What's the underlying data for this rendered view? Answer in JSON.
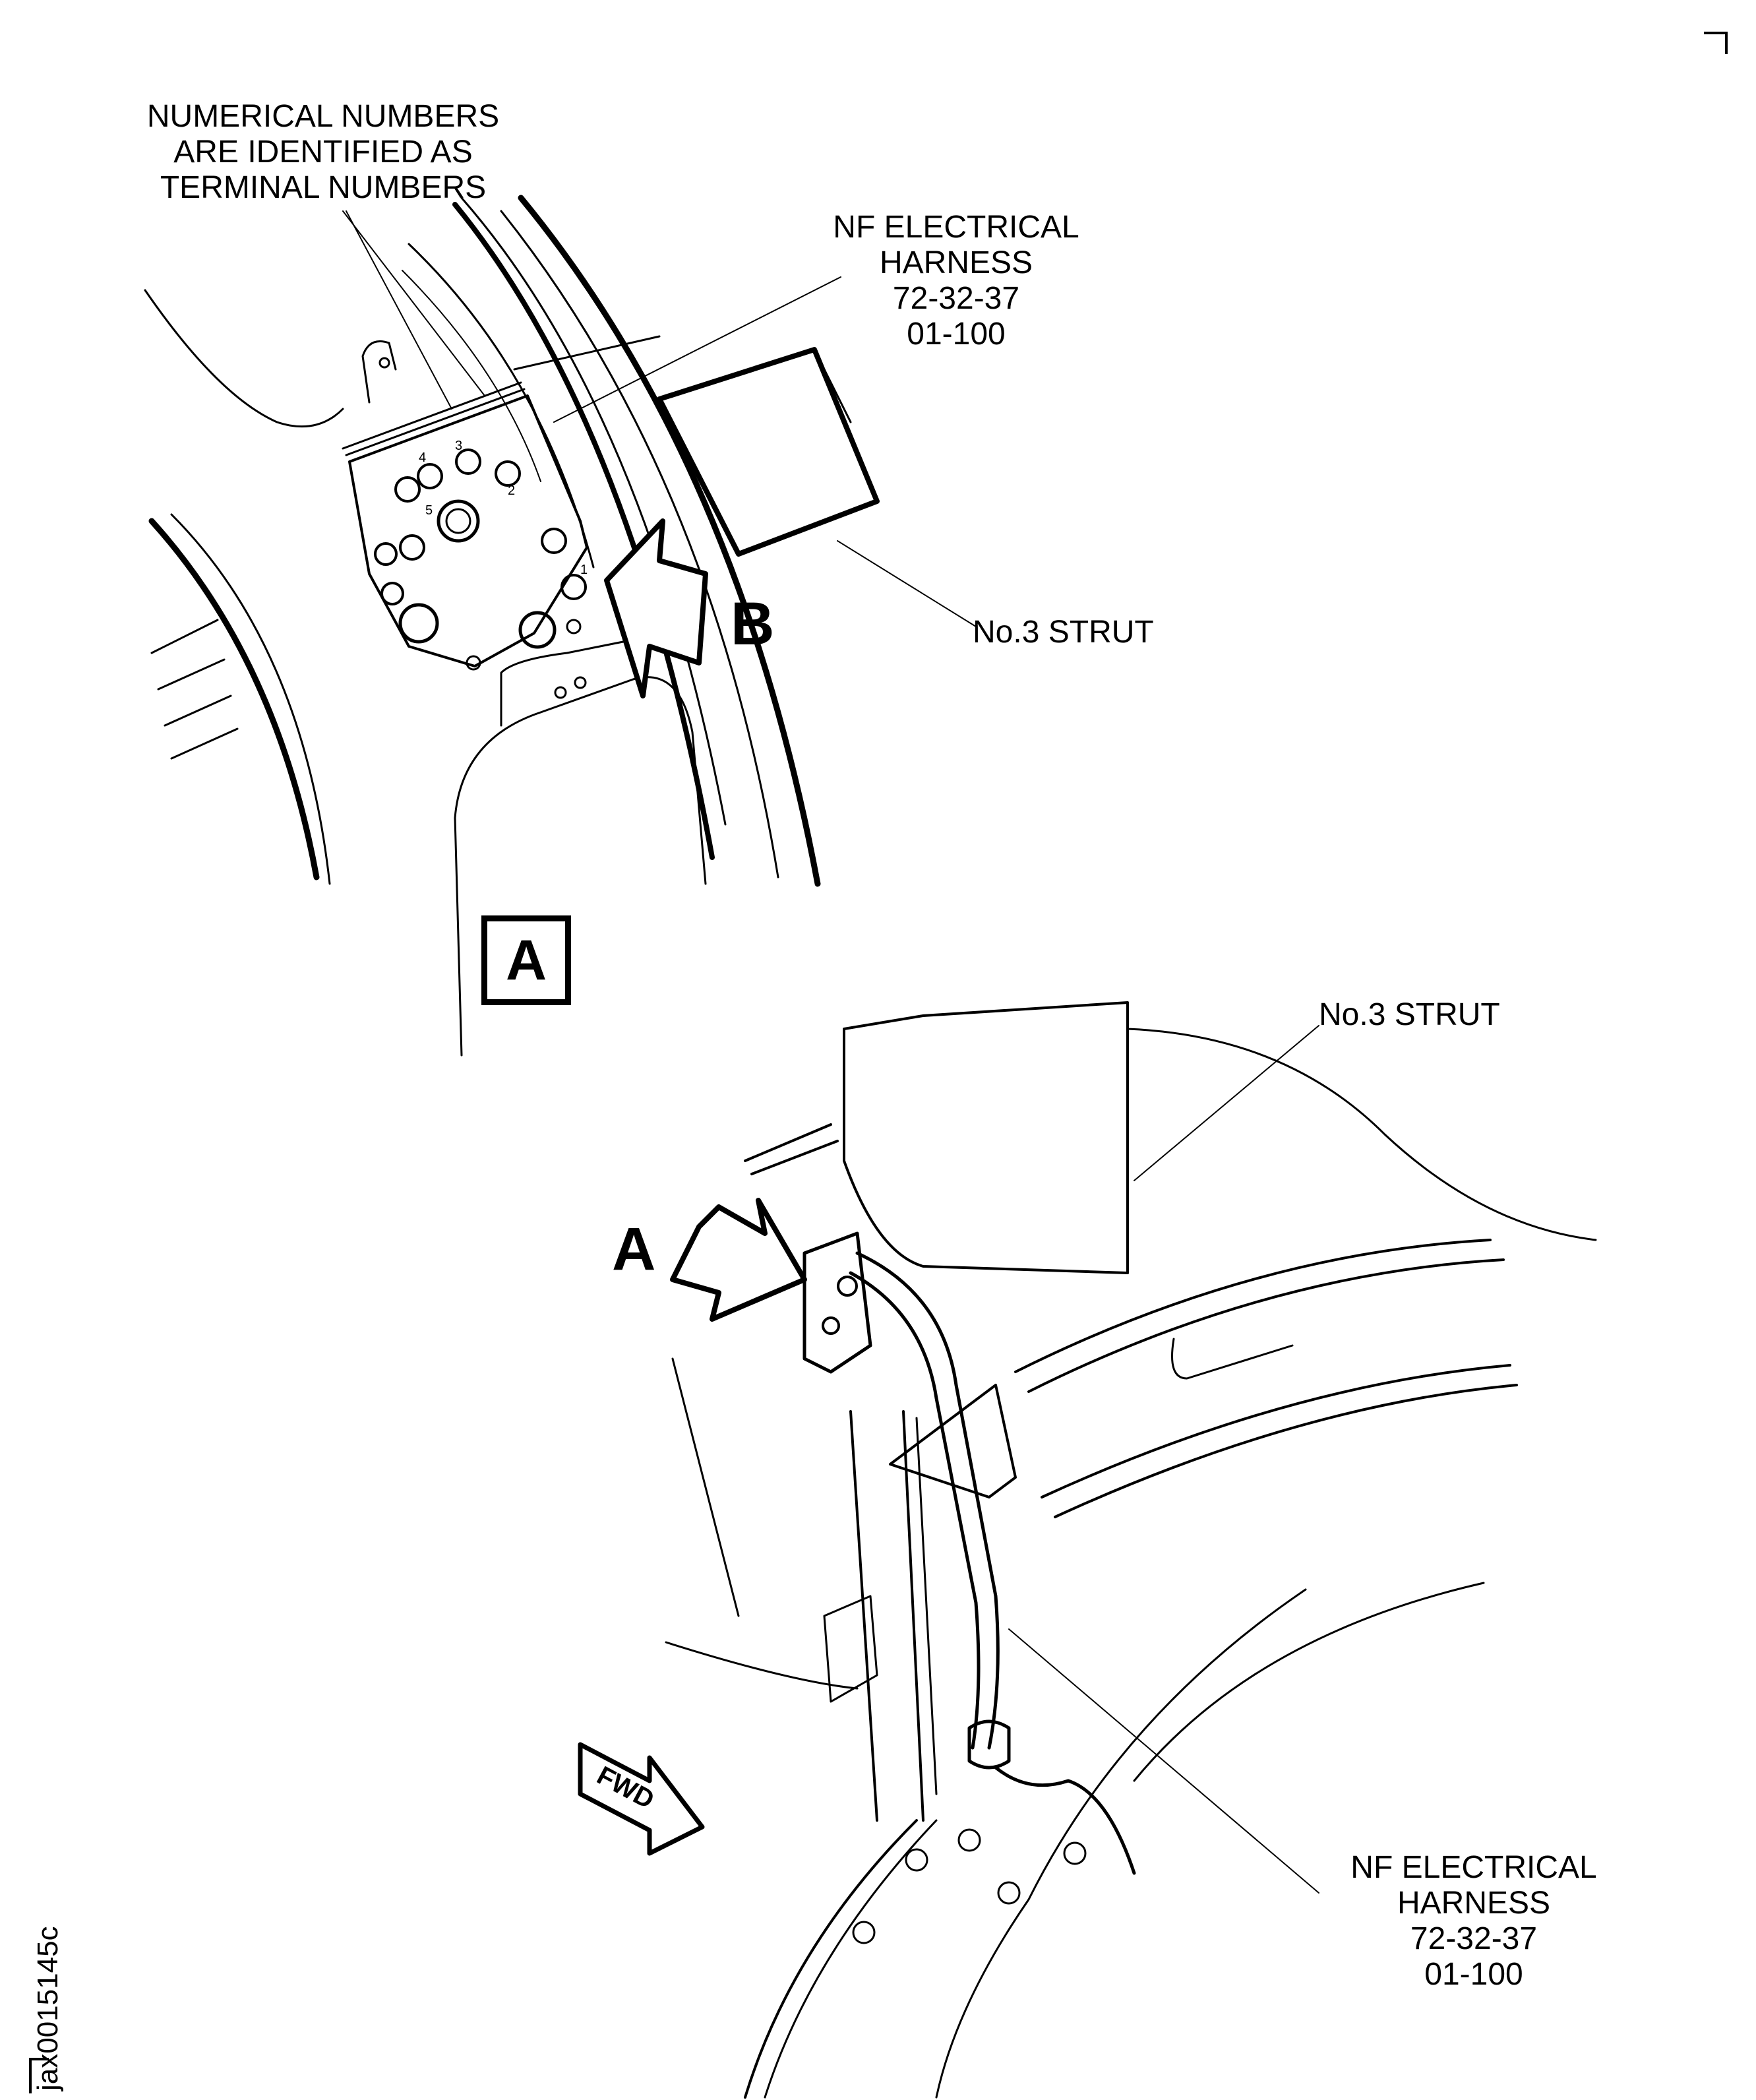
{
  "figure": {
    "id_label": "jax0015145c",
    "detail_view_label": "A",
    "view_arrow_b_label": "B",
    "view_arrow_a_label": "A",
    "fwd_label": "FWD"
  },
  "detail_a": {
    "note": [
      "NUMERICAL NUMBERS",
      "ARE IDENTIFIED AS",
      "TERMINAL NUMBERS"
    ],
    "harness_callout": [
      "NF ELECTRICAL",
      "HARNESS",
      "72-32-37",
      "01-100"
    ],
    "strut_callout": "No.3 STRUT",
    "terminal_numbers": [
      "1",
      "2",
      "3",
      "4",
      "5"
    ]
  },
  "main_view": {
    "strut_callout": "No.3 STRUT",
    "harness_callout": [
      "NF ELECTRICAL",
      "HARNESS",
      "72-32-37",
      "01-100"
    ]
  }
}
